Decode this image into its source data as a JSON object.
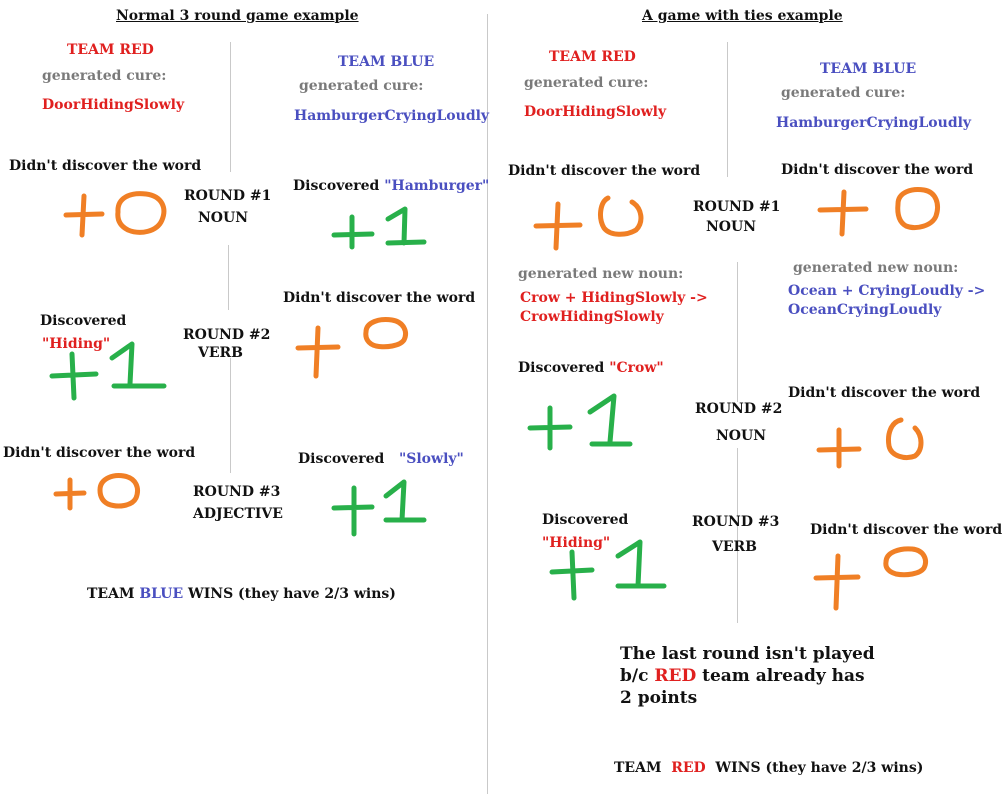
{
  "left": {
    "title": "Normal 3 round game example",
    "red_team": "TEAM RED",
    "red_generated": "generated cure:",
    "red_cure": "DoorHidingSlowly",
    "blue_team": "TEAM BLUE",
    "blue_generated": "generated cure:",
    "blue_cure": "HamburgerCryingLoudly",
    "r1": {
      "label": "ROUND #1",
      "type": "NOUN",
      "red_text": "Didn't discover the word",
      "blue_prefix": "Discovered",
      "blue_word": "\"Hamburger\""
    },
    "r2": {
      "label": "ROUND #2",
      "type": "VERB",
      "red_prefix": "Discovered",
      "red_word": "\"Hiding\"",
      "blue_text": "Didn't discover the word"
    },
    "r3": {
      "label": "ROUND #3",
      "type": "ADJECTIVE",
      "red_text": "Didn't discover the word",
      "blue_prefix": "Discovered",
      "blue_word": "\"Slowly\""
    },
    "result_pre": "TEAM ",
    "result_team": "BLUE",
    "result_post": " WINS (they have 2/3 wins)"
  },
  "right": {
    "title": "A game with ties example",
    "red_team": "TEAM RED",
    "red_generated": "generated cure:",
    "red_cure": "DoorHidingSlowly",
    "blue_team": "TEAM BLUE",
    "blue_generated": "generated cure:",
    "blue_cure": "HamburgerCryingLoudly",
    "r1": {
      "label": "ROUND #1",
      "type": "NOUN",
      "red_text": "Didn't discover the word",
      "blue_text": "Didn't discover the word"
    },
    "red_new_label": "generated new noun:",
    "red_new_line1": "Crow + HidingSlowly ->",
    "red_new_line2": "CrowHidingSlowly",
    "blue_new_label": "generated new noun:",
    "blue_new_line1": "Ocean + CryingLoudly ->",
    "blue_new_line2": "OceanCryingLoudly",
    "r2": {
      "label": "ROUND #2",
      "type": "NOUN",
      "red_prefix": "Discovered",
      "red_word": "\"Crow\"",
      "blue_text": "Didn't discover the word"
    },
    "r3": {
      "label": "ROUND #3",
      "type": "VERB",
      "red_prefix": "Discovered",
      "red_word": "\"Hiding\"",
      "blue_text": "Didn't discover the word"
    },
    "note_line1": "The last round isn't played",
    "note_pre": "b/c ",
    "note_team": "RED",
    "note_post": " team already has",
    "note_line3": "2 points",
    "result_pre": "TEAM ",
    "result_team": "RED",
    "result_post": " WINS (they have 2/3 wins)"
  },
  "scores": {
    "zero": "+0",
    "one": "+1"
  },
  "colors": {
    "red": "#e0201f",
    "blue": "#4a4fc0",
    "orange": "#f07f25",
    "green": "#28b04a"
  }
}
